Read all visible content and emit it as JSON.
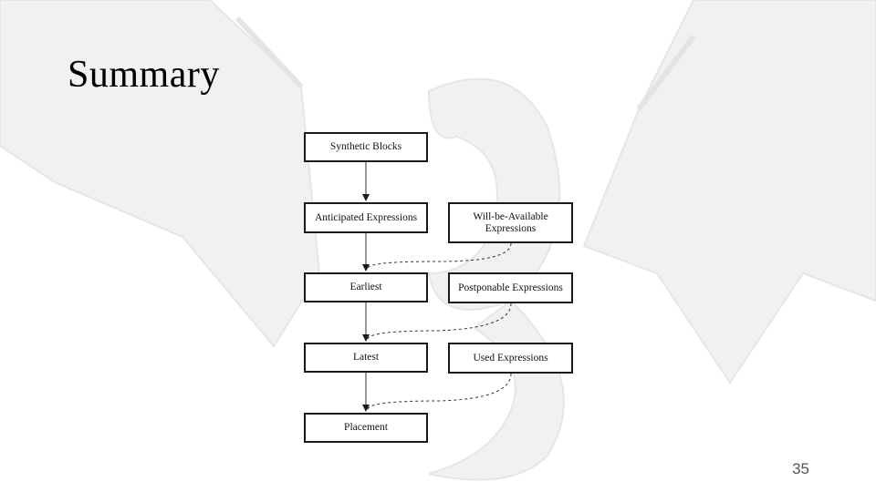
{
  "slide": {
    "title": "Summary",
    "page_number": "35"
  },
  "diagram": {
    "nodes": {
      "synthetic_blocks": "Synthetic Blocks",
      "anticipated_expressions": "Anticipated Expressions",
      "will_be_available": "Will-be-Available Expressions",
      "earliest": "Earliest",
      "postponable_expressions": "Postponable Expressions",
      "latest": "Latest",
      "used_expressions": "Used Expressions",
      "placement": "Placement"
    }
  }
}
